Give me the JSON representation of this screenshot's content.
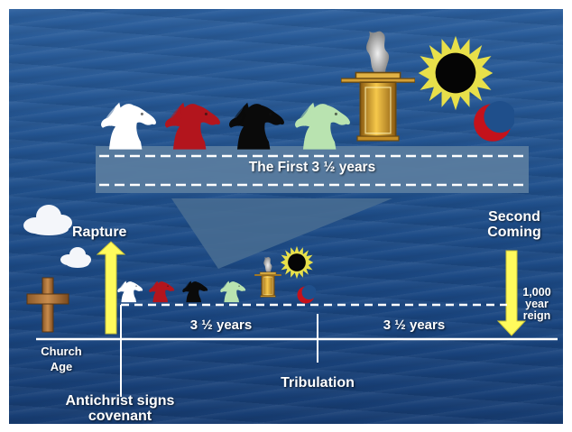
{
  "banner": {
    "title": "The First 3 ½ years"
  },
  "timeline": {
    "rapture": "Rapture",
    "second_coming_line1": "Second",
    "second_coming_line2": "Coming",
    "millennium_line1": "1,000",
    "millennium_line2": "year",
    "millennium_line3": "reign",
    "church_age_line1": "Church",
    "church_age_line2": "Age",
    "first_half": "3 ½ years",
    "second_half": "3 ½ years",
    "tribulation": "Tribulation",
    "antichrist_line1": "Antichrist signs",
    "antichrist_line2": "covenant"
  },
  "colors": {
    "white_horse": "#ffffff",
    "red_horse": "#b3151d",
    "black_horse": "#0a0a0a",
    "pale_horse": "#b9e3b0",
    "ark_gold": "#e6a92a",
    "moon_red": "#c4121b",
    "sun_corona": "#e8e04a",
    "arrow_yellow": "#fffb5c"
  },
  "icons": [
    "white-horse-icon",
    "red-horse-icon",
    "black-horse-icon",
    "pale-horse-icon",
    "ark-icon",
    "eclipsed-sun-icon",
    "blood-moon-icon",
    "cross-icon",
    "cloud-icon"
  ]
}
